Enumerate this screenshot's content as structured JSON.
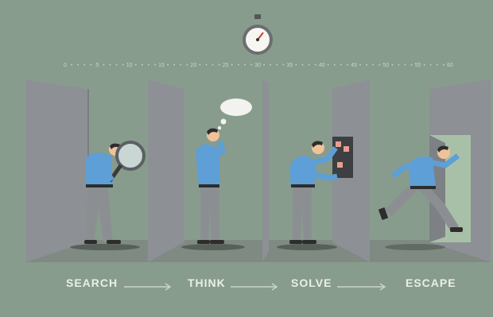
{
  "timeline": {
    "ticks": [
      "0",
      "5",
      "10",
      "15",
      "20",
      "25",
      "30",
      "35",
      "40",
      "45",
      "50",
      "55",
      "60"
    ]
  },
  "steps": [
    "SEARCH",
    "THINK",
    "SOLVE",
    "ESCAPE"
  ],
  "icons": [
    "stopwatch-icon",
    "magnifying-glass-icon",
    "thought-bubble-icon",
    "arrow-right-icon",
    "keypad-icon"
  ],
  "colors": {
    "background": "#889c8d",
    "wall": "#8f9196",
    "shirt": "#5d9fd6",
    "pants": "#8c8f92",
    "text": "#e9efe9"
  }
}
